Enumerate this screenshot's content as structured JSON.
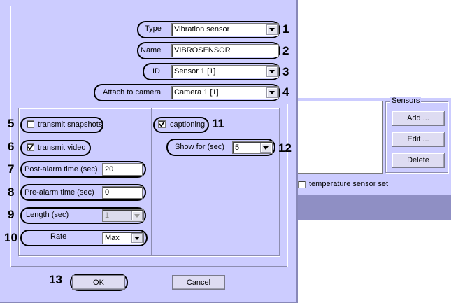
{
  "dialog": {
    "type_label": "Type",
    "type_value": "Vibration sensor",
    "name_label": "Name",
    "name_value": "VIBROSENSOR",
    "id_label": "ID",
    "id_value": "Sensor 1 [1]",
    "camera_label": "Attach to camera",
    "camera_value": "Camera 1 [1]",
    "transmit_snapshots_label": "transmit snapshots",
    "transmit_snapshots_checked": false,
    "transmit_video_label": "transmit video",
    "transmit_video_checked": true,
    "post_alarm_label": "Post-alarm time (sec)",
    "post_alarm_value": "20",
    "pre_alarm_label": "Pre-alarm time (sec)",
    "pre_alarm_value": "0",
    "length_label": "Length (sec)",
    "length_value": "1",
    "rate_label": "Rate",
    "rate_value": "Max",
    "captioning_label": "captioning",
    "captioning_checked": true,
    "show_for_label": "Show for (sec)",
    "show_for_value": "5",
    "ok_label": "OK",
    "cancel_label": "Cancel"
  },
  "callouts": [
    "1",
    "2",
    "3",
    "4",
    "5",
    "6",
    "7",
    "8",
    "9",
    "10",
    "11",
    "12",
    "13"
  ],
  "background_panel": {
    "sensors_group_label": "Sensors",
    "add_label": "Add ...",
    "edit_label": "Edit ...",
    "delete_label": "Delete",
    "temperature_label": "temperature sensor set",
    "temperature_checked": false
  }
}
